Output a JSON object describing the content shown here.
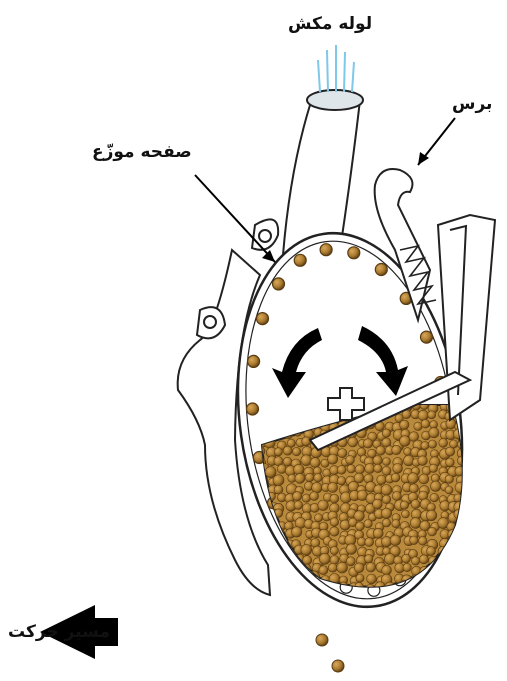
{
  "labels": {
    "suction_pipe": "لوله مکش",
    "brush": "برس",
    "distributor_plate": "صفحه موزّع",
    "direction_of_travel": "مسیر حرکت"
  },
  "colors": {
    "seed": "#a8792e",
    "seed_dark": "#6b4a1a",
    "outline": "#222222",
    "air": "#7ec8e8",
    "arrow": "#000000"
  }
}
